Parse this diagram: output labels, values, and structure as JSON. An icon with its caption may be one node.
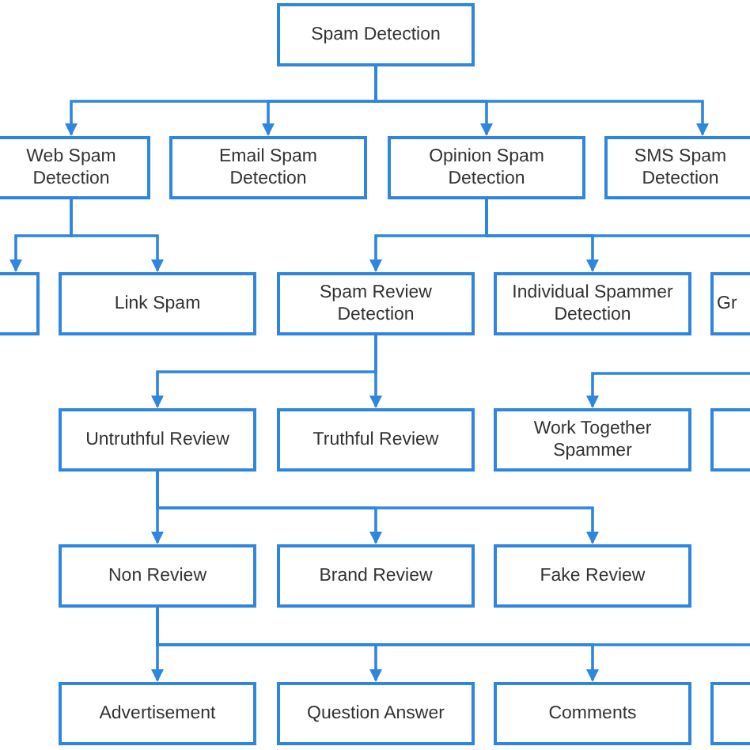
{
  "diagram": {
    "nodes": [
      {
        "text": [
          "Spam Detection"
        ]
      },
      {
        "text": [
          "Web Spam Detection"
        ]
      },
      {
        "text": [
          "Email Spam Detection"
        ]
      },
      {
        "text": [
          "Opinion Spam Detection"
        ]
      },
      {
        "text": [
          "SMS Spam Detection"
        ]
      },
      {
        "text": [],
        "shape": "box"
      },
      {
        "text": [
          "Link Spam"
        ]
      },
      {
        "text": [
          "Spam Review Detection"
        ]
      },
      {
        "text": [
          "Individual Spammer Detection"
        ]
      },
      {
        "text": [
          "Gr"
        ]
      },
      {
        "text": [
          "Untruthful Review"
        ]
      },
      {
        "text": [
          "Truthful Review"
        ]
      },
      {
        "text": [
          "Work Together Spammer"
        ]
      },
      {
        "text": [],
        "shape": "box"
      },
      {
        "text": [
          "Non Review"
        ]
      },
      {
        "text": [
          "Brand Review"
        ]
      },
      {
        "text": [
          "Fake Review"
        ]
      },
      {
        "text": [
          "Advertisement"
        ]
      },
      {
        "text": [
          "Question Answer"
        ]
      },
      {
        "text": [
          "Comments"
        ]
      },
      {
        "text": [],
        "shape": "box"
      }
    ],
    "edges": [
      {
        "from": 0,
        "to": 1,
        "arrow": "to"
      },
      {
        "from": 0,
        "to": 2,
        "arrow": "to"
      },
      {
        "from": 0,
        "to": 3,
        "arrow": "to"
      },
      {
        "from": 0,
        "to": 4,
        "arrow": "to"
      },
      {
        "from": 1,
        "to": 5,
        "arrow": "to"
      },
      {
        "from": 1,
        "to": 6,
        "arrow": "to"
      },
      {
        "from": 3,
        "to": 7,
        "arrow": "to"
      },
      {
        "from": 3,
        "to": 8,
        "arrow": "to"
      },
      {
        "from": 3,
        "to": 9,
        "arrow": "to"
      },
      {
        "from": 7,
        "to": 10,
        "arrow": "to"
      },
      {
        "from": 7,
        "to": 11,
        "arrow": "to"
      },
      {
        "from": null,
        "to": 12,
        "arrow": "to"
      },
      {
        "from": 10,
        "to": 14,
        "arrow": "to"
      },
      {
        "from": 10,
        "to": 15,
        "arrow": "to"
      },
      {
        "from": 10,
        "to": 16,
        "arrow": "to"
      },
      {
        "from": 14,
        "to": 17,
        "arrow": "to"
      },
      {
        "from": 14,
        "to": 18,
        "arrow": "to"
      },
      {
        "from": 14,
        "to": 19,
        "arrow": "to"
      },
      {
        "from": 14,
        "to": 20,
        "arrow": "to"
      }
    ]
  }
}
